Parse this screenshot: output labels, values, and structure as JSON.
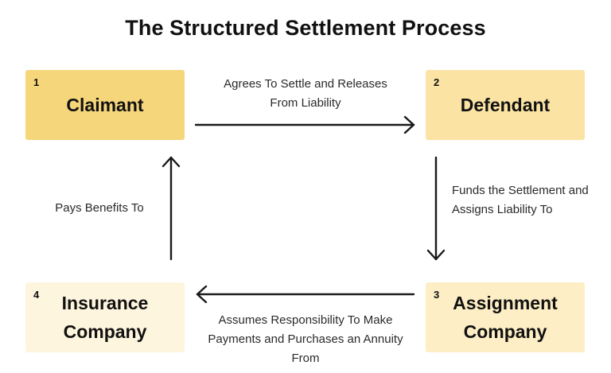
{
  "title": "The Structured Settlement Process",
  "colors": {
    "claimant_box": "#f6d67a",
    "defendant_box": "#fbe3a4",
    "assignment_box": "#fdeec5",
    "insurance_box": "#fdf5dd",
    "arrow": "#1a1a1a"
  },
  "nodes": [
    {
      "number": "1",
      "label": "Claimant"
    },
    {
      "number": "2",
      "label": "Defendant"
    },
    {
      "number": "3",
      "label": "Assignment Company"
    },
    {
      "number": "4",
      "label": "Insurance Company"
    }
  ],
  "edges": {
    "claimant_to_defendant": "Agrees To Settle and Releases From Liability",
    "defendant_to_assignment": "Funds the Settlement and Assigns Liability To",
    "assignment_to_insurance": "Assumes Responsibility To Make Payments and Purchases an Annuity From",
    "insurance_to_claimant": "Pays Benefits To"
  }
}
